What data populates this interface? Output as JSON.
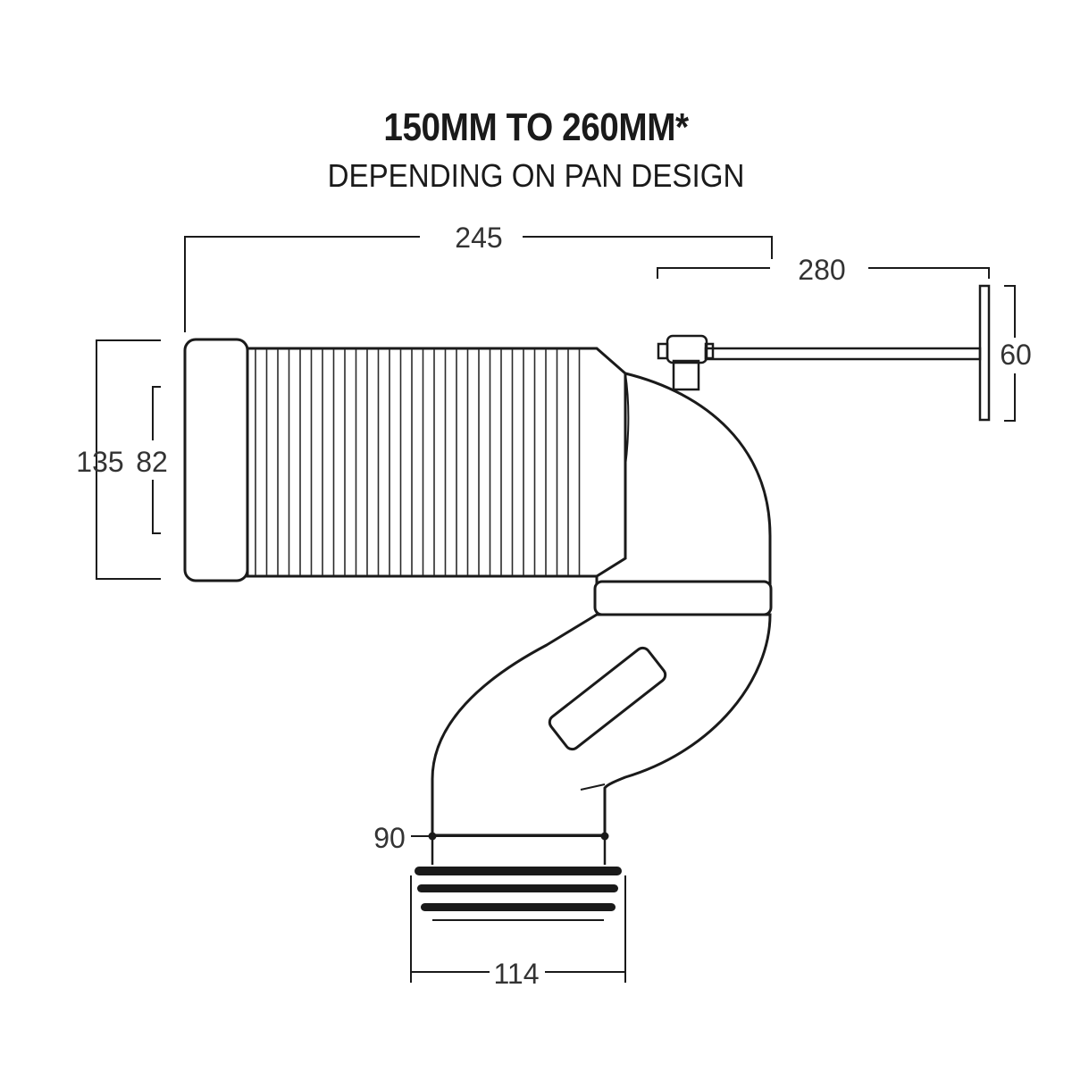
{
  "heading": {
    "title": "150MM TO 260MM*",
    "subtitle": "DEPENDING ON PAN DESIGN"
  },
  "dimensions": {
    "length_overall": "245",
    "bracket_reach": "280",
    "outer_height": "135",
    "inner_height": "82",
    "bracket_plate": "60",
    "outlet_diameter": "90",
    "spigot_diameter": "114"
  }
}
